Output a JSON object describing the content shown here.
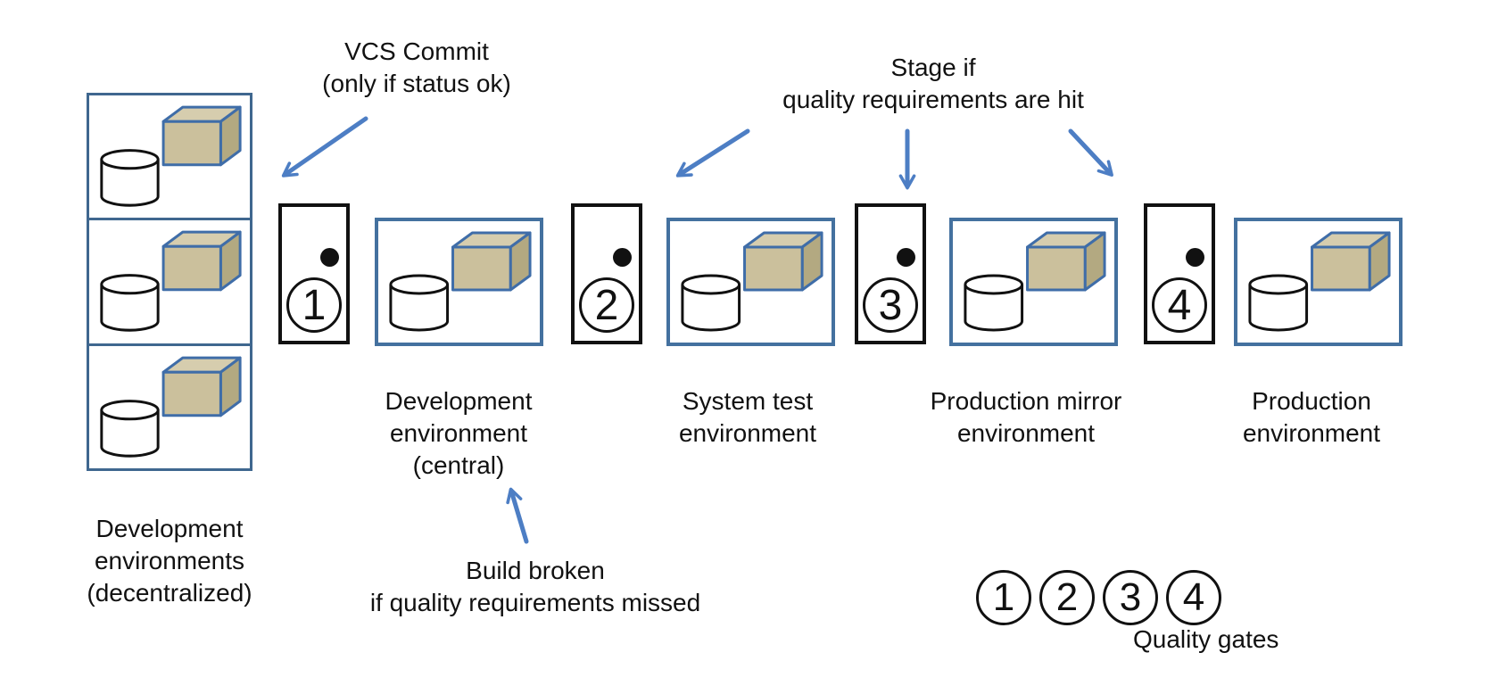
{
  "annotations": {
    "vcs_commit": [
      "VCS Commit",
      "(only if status ok)"
    ],
    "stage": [
      "Stage if",
      "quality requirements are hit"
    ],
    "build_broken": [
      "Build broken",
      "if quality requirements missed"
    ]
  },
  "dev_stack": {
    "label": [
      "Development",
      "environments",
      "(decentralized)"
    ]
  },
  "environments": [
    {
      "label": [
        "Development",
        "environment",
        "(central)"
      ]
    },
    {
      "label": [
        "System test",
        "environment"
      ]
    },
    {
      "label": [
        "Production mirror",
        "environment"
      ]
    },
    {
      "label": [
        "Production",
        "environment"
      ]
    }
  ],
  "gates": [
    {
      "number": "1"
    },
    {
      "number": "2"
    },
    {
      "number": "3"
    },
    {
      "number": "4"
    }
  ],
  "legend": {
    "numbers": [
      "1",
      "2",
      "3",
      "4"
    ],
    "label": "Quality gates"
  },
  "colors": {
    "box_blue": "#44719f",
    "stack_blue": "#3f678f",
    "arrow_blue": "#4d7ec4",
    "cube_front": "#cbc09c",
    "cube_top": "#d6cdae",
    "cube_side": "#b3a981",
    "cube_edge": "#3f6da8",
    "ink": "#111111"
  }
}
